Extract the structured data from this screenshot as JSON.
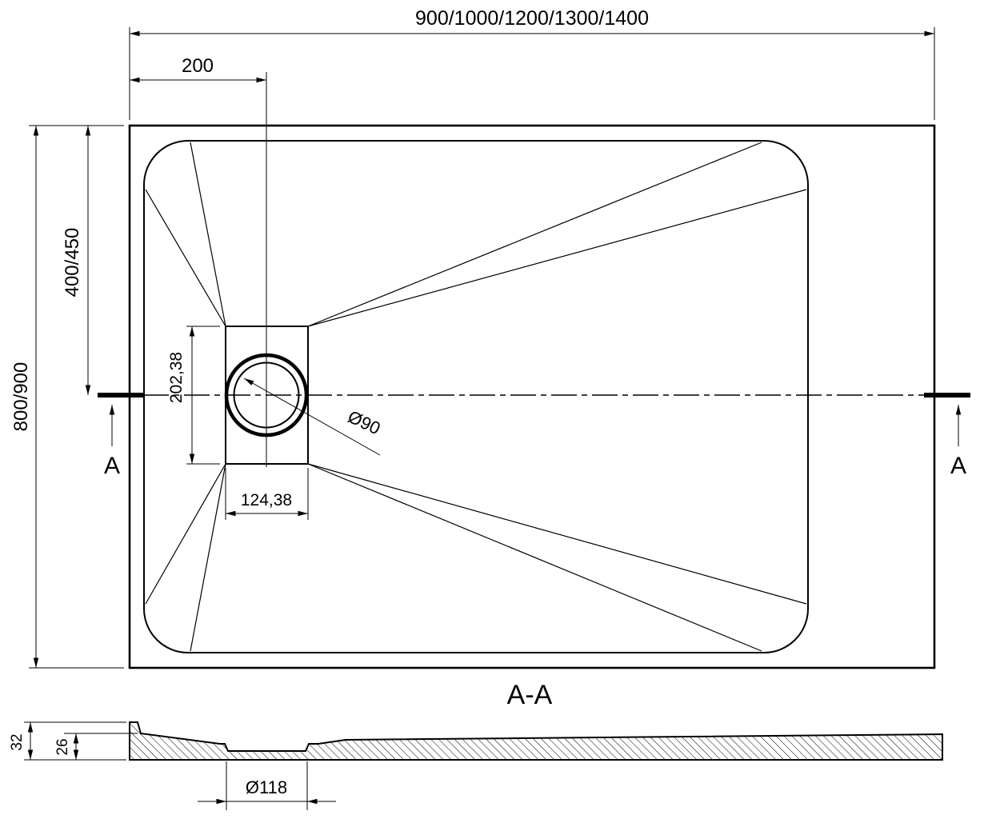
{
  "colors": {
    "line": "#000000",
    "background": "#ffffff"
  },
  "top_view": {
    "overall_width_label": "900/1000/1200/1300/1400",
    "drain_offset_label": "200",
    "overall_depth_label": "800/900",
    "half_depth_label": "400/450",
    "drain_box_height_label": "202,38",
    "drain_box_width_label": "124,38",
    "drain_diameter_label": "Ø90",
    "section_marker_left": "A",
    "section_marker_right": "A"
  },
  "section_view": {
    "title": "A-A",
    "outer_thickness_label": "32",
    "inner_thickness_label": "26",
    "drain_hole_label": "Ø118"
  }
}
